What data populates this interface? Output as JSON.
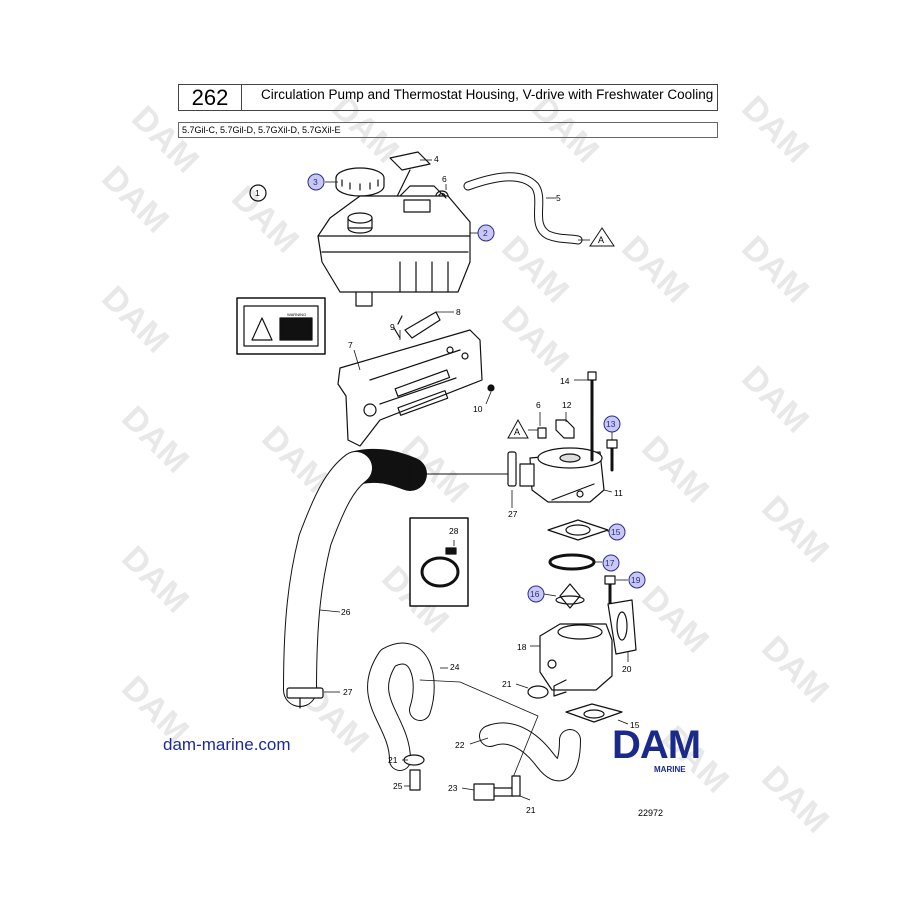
{
  "header": {
    "page_number": "262",
    "title": "Circulation Pump and Thermostat Housing, V-drive with Freshwater Cooling",
    "models": "5.7Gil-C, 5.7Gil-D, 5.7GXil-D, 5.7GXil-E"
  },
  "watermark": "DAM",
  "site": "dam-marine.com",
  "brand": {
    "name": "DAM",
    "sub": "MARINE",
    "color": "#1a2a8a"
  },
  "drawing_number": "22972",
  "warning_label": "WARNING",
  "callouts": {
    "c1": "1",
    "c2": "2",
    "c3": "3",
    "c4": "4",
    "c5": "5",
    "c6a": "6",
    "c6b": "6",
    "c7": "7",
    "c8": "8",
    "c9": "9",
    "c10": "10",
    "c11": "11",
    "c12": "12",
    "c13": "13",
    "c14": "14",
    "c15a": "15",
    "c15b": "15",
    "c16": "16",
    "c17": "17",
    "c18": "18",
    "c19": "19",
    "c20": "20",
    "c21a": "21",
    "c21b": "21",
    "c21c": "21",
    "c22": "22",
    "c23": "23",
    "c24": "24",
    "c25": "25",
    "c26": "26",
    "c27a": "27",
    "c27b": "27",
    "c28": "28",
    "refA1": "A",
    "refA2": "A"
  },
  "colors": {
    "line": "#111111",
    "callout_blue": "#2a2a9a",
    "watermark": "#e6e6e6"
  }
}
